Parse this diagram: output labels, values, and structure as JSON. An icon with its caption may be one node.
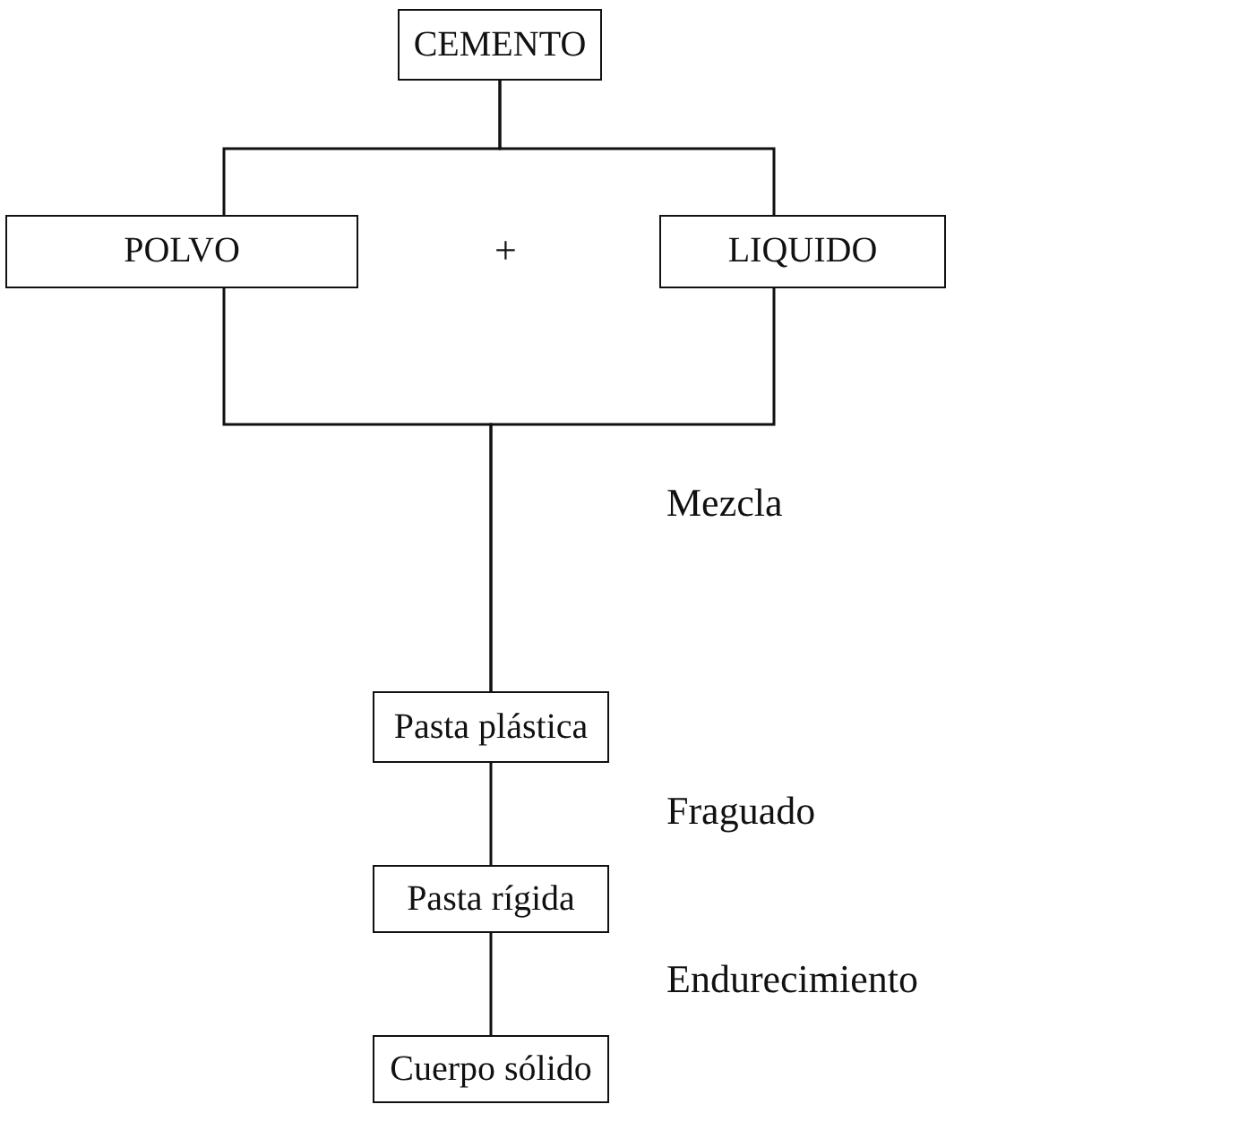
{
  "diagram": {
    "nodes": [
      {
        "text": [
          "CEMENTO"
        ]
      },
      {
        "text": [
          "POLVO"
        ]
      },
      {
        "text": [
          "LIQUIDO"
        ]
      },
      {
        "text": [
          "Pasta plástica"
        ]
      },
      {
        "text": [
          "Pasta rígida"
        ]
      },
      {
        "text": [
          "Cuerpo sólido"
        ]
      }
    ],
    "edges": [
      {
        "from": 0,
        "to": 1,
        "arrow": "none"
      },
      {
        "from": 0,
        "to": 2,
        "arrow": "none"
      },
      {
        "from": 1,
        "to": 3,
        "arrow": "none"
      },
      {
        "from": 2,
        "to": 3,
        "arrow": "none"
      },
      {
        "from": 3,
        "to": 4,
        "arrow": "none"
      },
      {
        "from": 4,
        "to": 5,
        "arrow": "none"
      }
    ],
    "labels": [
      "+",
      "Mezcla",
      "Fraguado",
      "Endurecimiento"
    ]
  }
}
